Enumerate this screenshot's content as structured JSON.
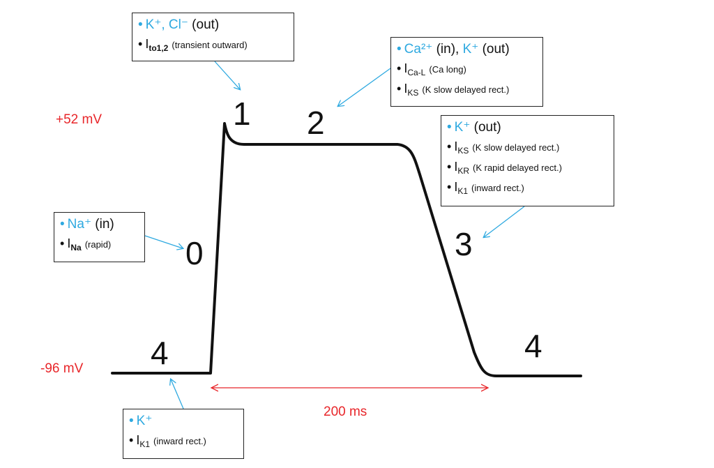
{
  "voltage_labels": {
    "max": "+52 mV",
    "min": "-96 mV"
  },
  "phases": [
    "0",
    "1",
    "2",
    "3",
    "4"
  ],
  "duration_label": "200 ms",
  "colors": {
    "ion": "#2ea9e0",
    "annotation": "#e8262a",
    "trace": "#111111",
    "pointer": "#2ea9e0"
  },
  "boxes": {
    "phase1": {
      "ion": "K⁺, Cl⁻",
      "direction": "(out)",
      "current": "I",
      "current_sub": "to1,2",
      "current_desc": "(transient outward)"
    },
    "phase2": {
      "ion_a": "Ca²⁺",
      "dir_a": "(in),",
      "ion_b": "K⁺",
      "dir_b": "(out)",
      "current1": "I",
      "current1_sub": "Ca-L",
      "current1_desc": "(Ca long)",
      "current2": "I",
      "current2_sub": "KS",
      "current2_desc": "(K slow delayed rect.)"
    },
    "phase3": {
      "ion": "K⁺",
      "direction": "(out)",
      "current1": "I",
      "current1_sub": "KS",
      "current1_desc": "(K slow delayed rect.)",
      "current2": "I",
      "current2_sub": "KR",
      "current2_desc": "(K rapid delayed rect.)",
      "current3": "I",
      "current3_sub": "K1",
      "current3_desc": "(inward rect.)"
    },
    "phase0": {
      "ion": "Na⁺",
      "direction": "(in)",
      "current": "I",
      "current_sub": "Na",
      "current_desc": "(rapid)"
    },
    "phase4": {
      "ion": "K⁺",
      "current": "I",
      "current_sub": "K1",
      "current_desc": "(inward rect.)"
    }
  },
  "bullet": "•"
}
